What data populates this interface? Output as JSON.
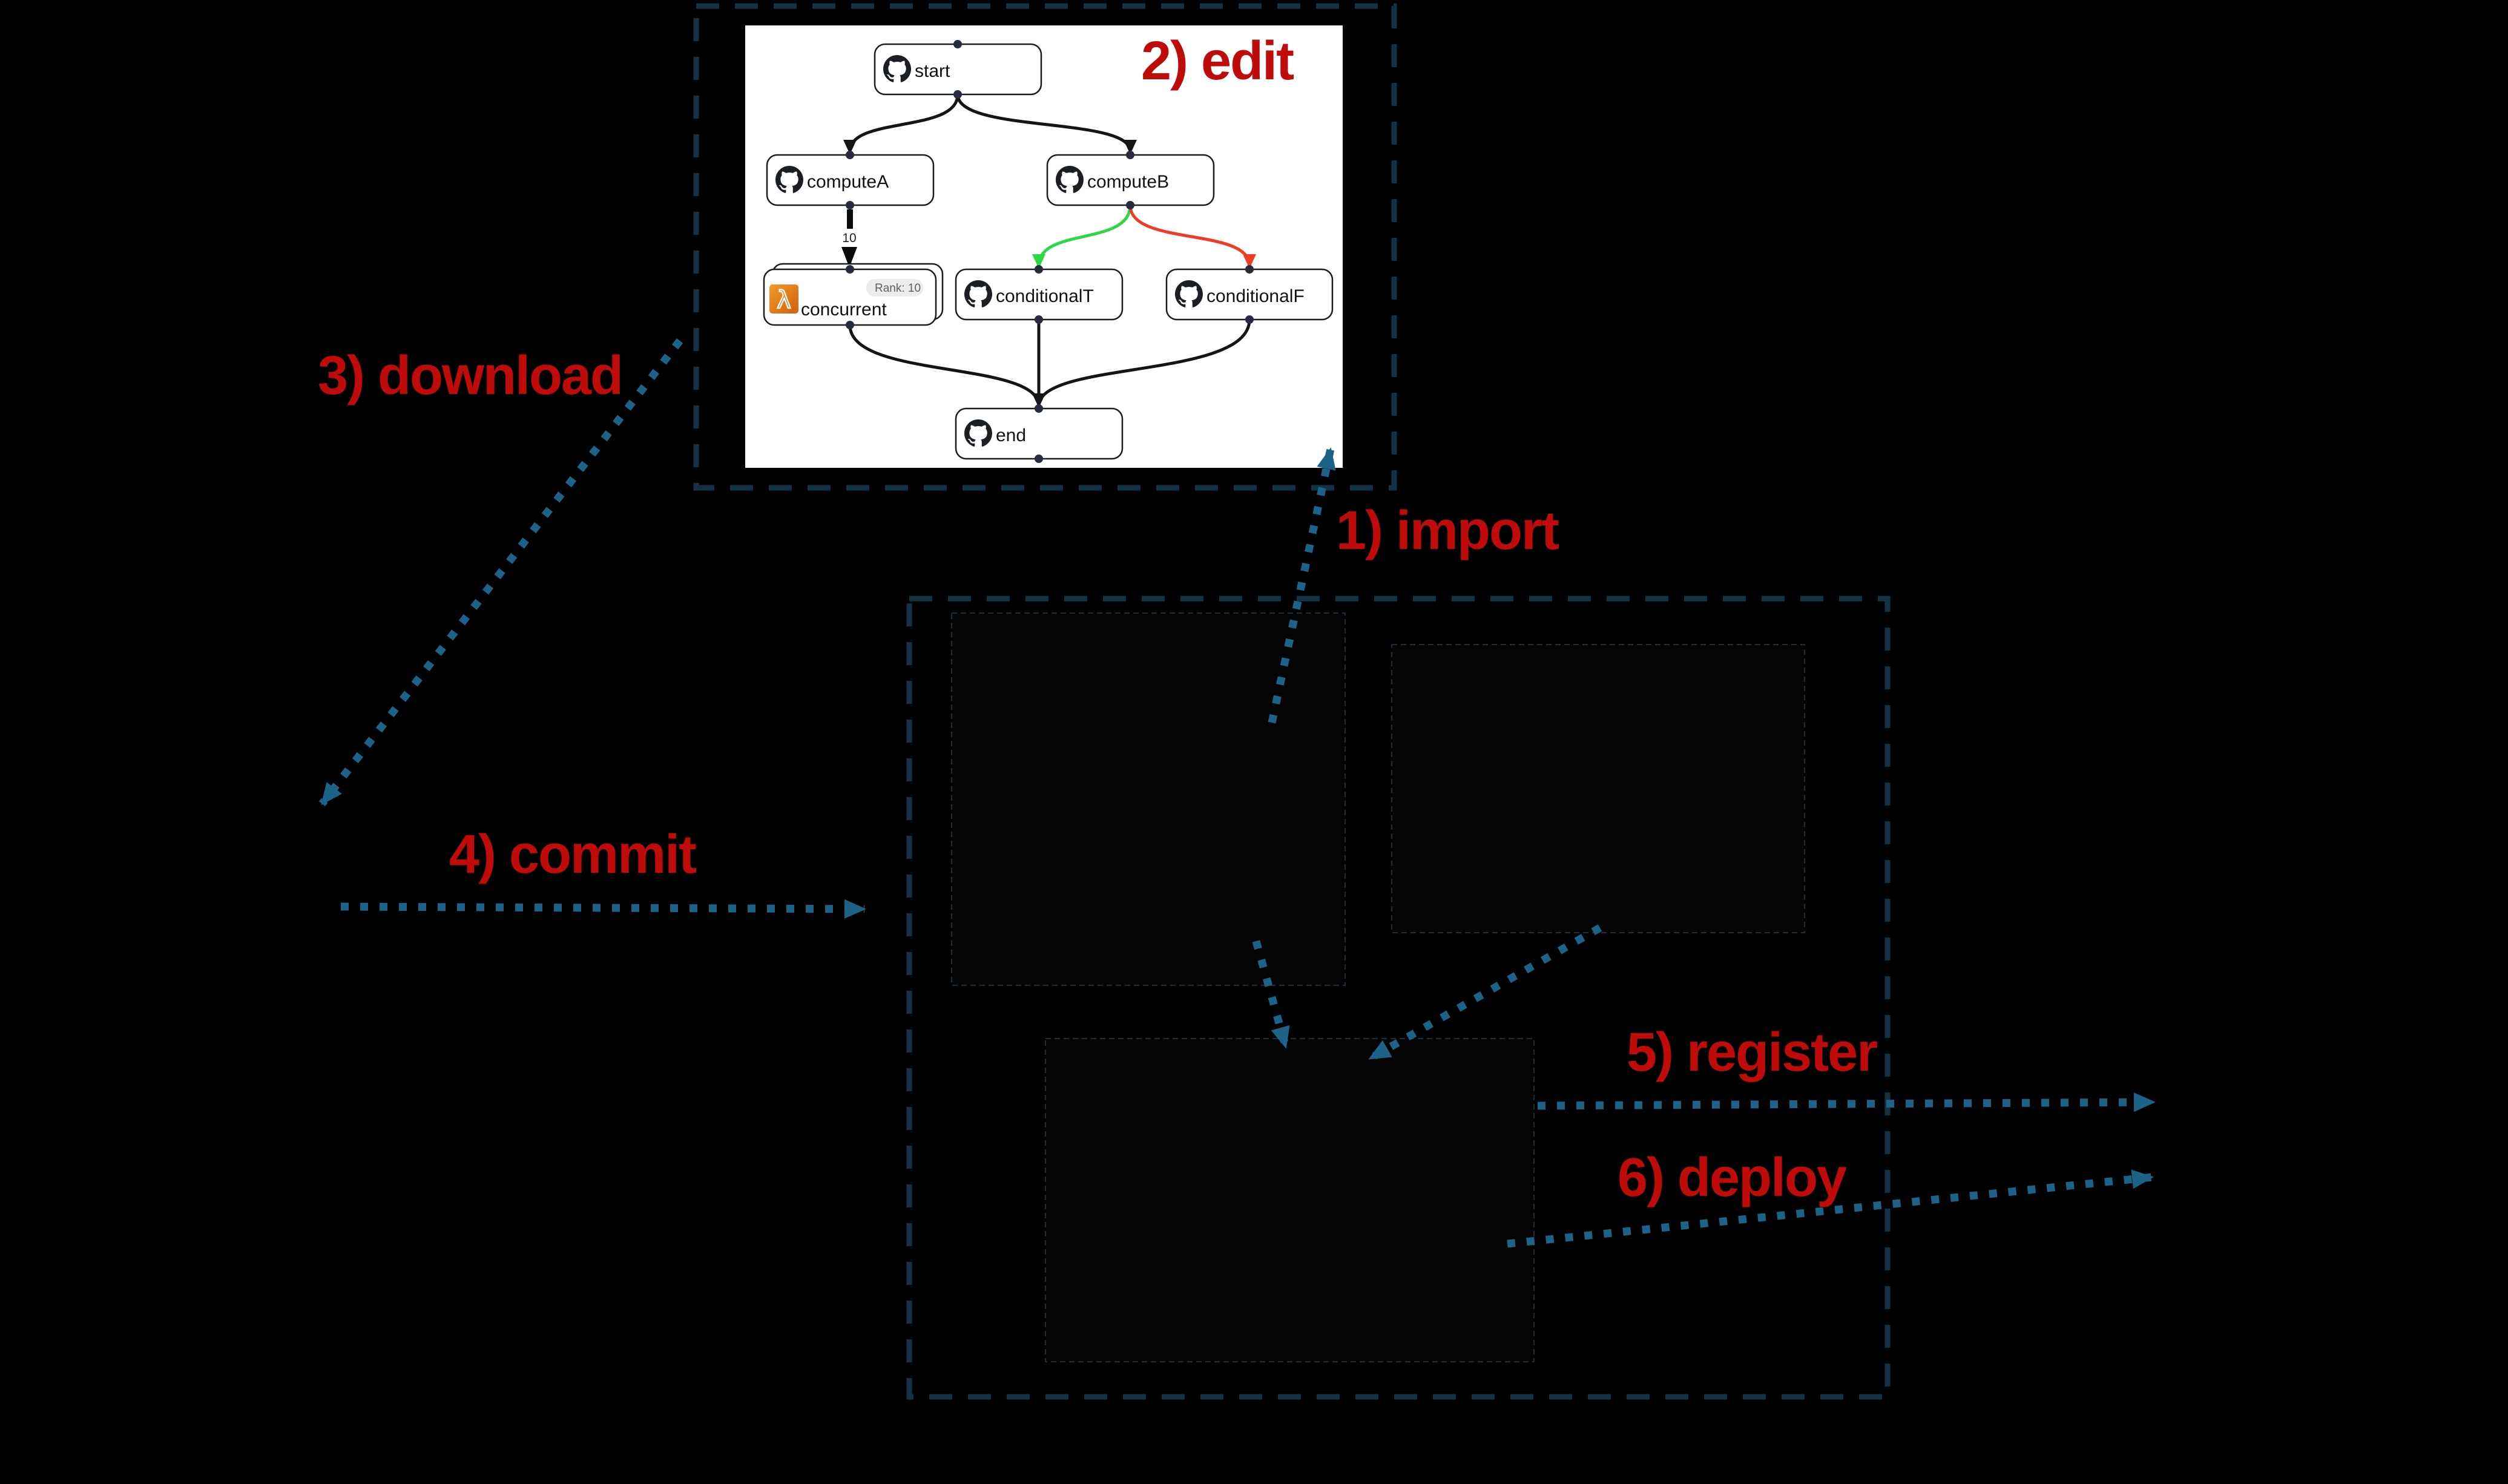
{
  "steps": {
    "import": "1) import",
    "edit": "2) edit",
    "download": "3) download",
    "commit": "4) commit",
    "register": "5) register",
    "deploy": "6) deploy"
  },
  "workflow": {
    "nodes": {
      "start": {
        "label": "start",
        "icon": "github"
      },
      "computeA": {
        "label": "computeA",
        "icon": "github"
      },
      "computeB": {
        "label": "computeB",
        "icon": "github"
      },
      "concurrent": {
        "label": "concurrent",
        "icon": "aws-lambda",
        "badge": "Rank: 10",
        "stacked": true
      },
      "conditionalT": {
        "label": "conditionalT",
        "icon": "github"
      },
      "conditionalF": {
        "label": "conditionalF",
        "icon": "github"
      },
      "end": {
        "label": "end",
        "icon": "github"
      }
    },
    "edge_weight_label": "10"
  },
  "colors": {
    "background": "#000000",
    "step_label_red": "#c00b0b",
    "dotted_arrow_blue": "#1d6287",
    "dashed_box_teal": "#123344",
    "workflow_edge_black": "#151515",
    "edge_true_green": "#2bd848",
    "edge_false_red": "#f23a28",
    "lambda_orange": "#e8821c",
    "panel_white": "#ffffff",
    "port_navy": "#262b40"
  }
}
